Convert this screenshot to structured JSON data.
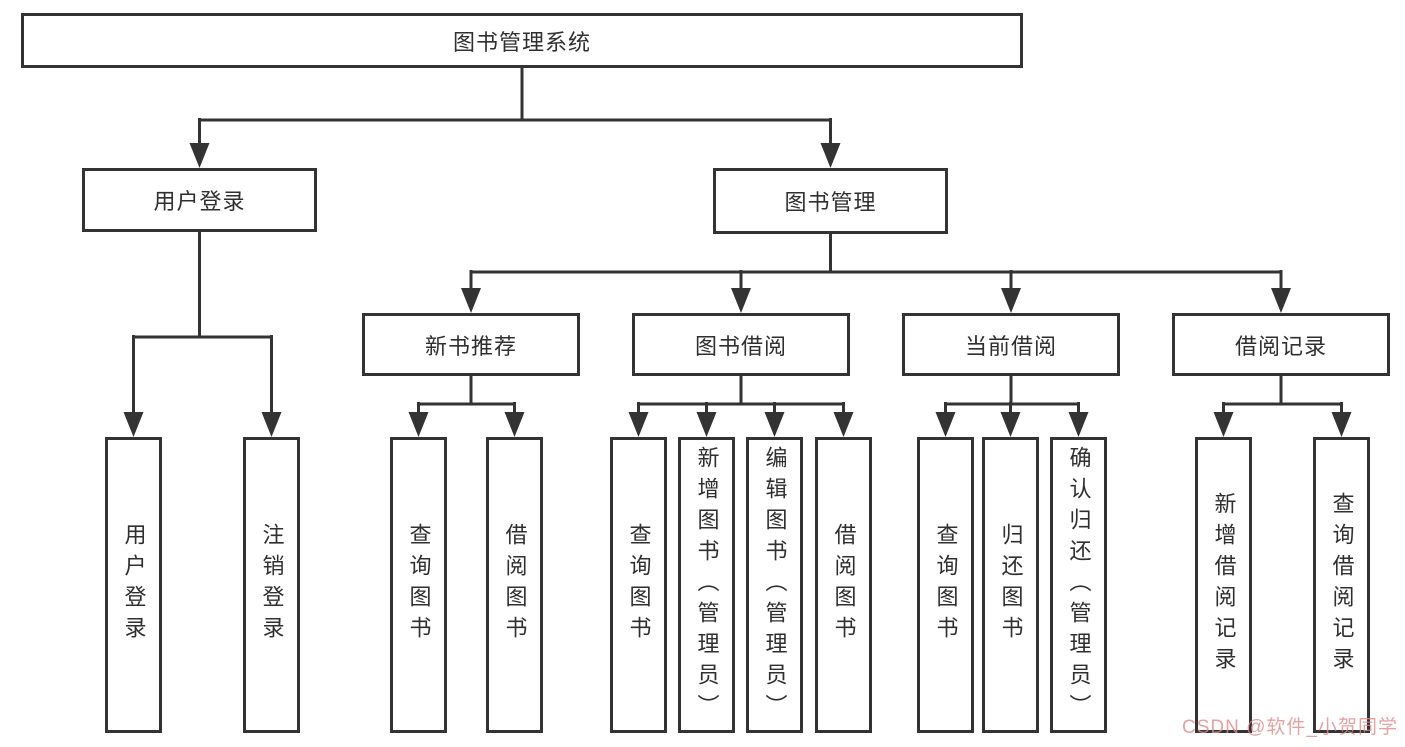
{
  "tree": {
    "root": {
      "label": "图书管理系统"
    },
    "branches": [
      {
        "label": "用户登录",
        "children": [
          {
            "label": "用户登录"
          },
          {
            "label": "注销登录"
          }
        ]
      },
      {
        "label": "图书管理",
        "children": [
          {
            "label": "新书推荐",
            "children": [
              {
                "label": "查询图书"
              },
              {
                "label": "借阅图书"
              }
            ]
          },
          {
            "label": "图书借阅",
            "children": [
              {
                "label": "查询图书"
              },
              {
                "label": "新增图书（管理员）"
              },
              {
                "label": "编辑图书（管理员）"
              },
              {
                "label": "借阅图书"
              }
            ]
          },
          {
            "label": "当前借阅",
            "children": [
              {
                "label": "查询图书"
              },
              {
                "label": "归还图书"
              },
              {
                "label": "确认归还（管理员）"
              }
            ]
          },
          {
            "label": "借阅记录",
            "children": [
              {
                "label": "新增借阅记录"
              },
              {
                "label": "查询借阅记录"
              }
            ]
          }
        ]
      }
    ]
  },
  "watermark": {
    "text": "CSDN @软件_小贺同学",
    "color": "#e08a8a"
  },
  "colors": {
    "line": "#333333",
    "box_border": "#333333",
    "text": "#2f2f2f",
    "background": "#ffffff"
  }
}
